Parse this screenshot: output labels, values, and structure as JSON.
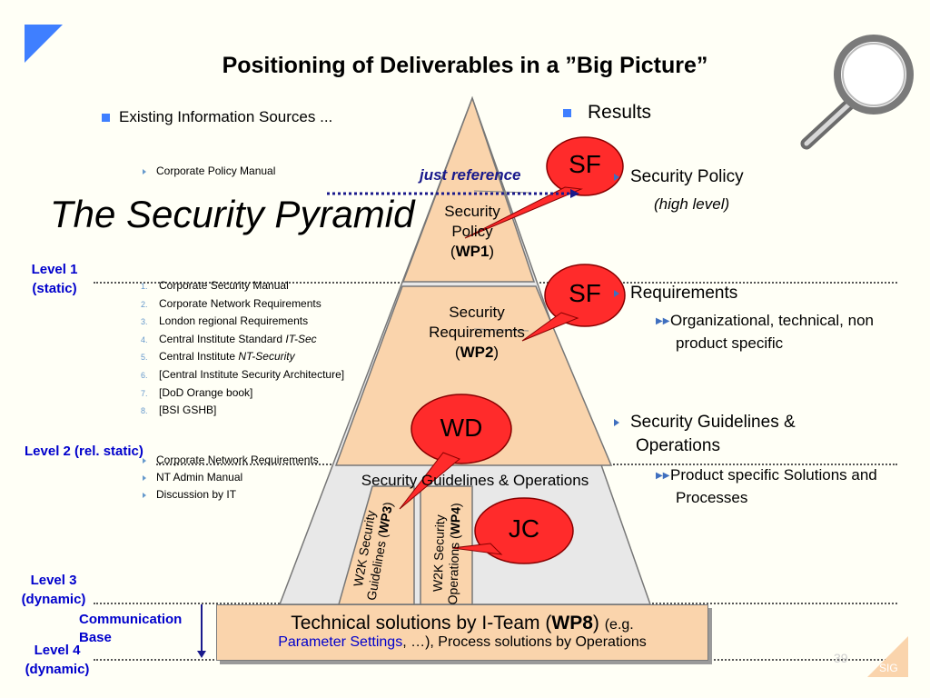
{
  "title": "Positioning of Deliverables in a ”Big Picture”",
  "pyramid_title": "The Security Pyramid",
  "left": {
    "header": "Existing Information Sources ...",
    "group1": [
      "Corporate Policy Manual"
    ],
    "group2": [
      {
        "num": "1.",
        "text": "Corporate Security Manual"
      },
      {
        "num": "2.",
        "text": "Corporate Network Requirements"
      },
      {
        "num": "3.",
        "text": "London regional Requirements"
      },
      {
        "num": "4.",
        "text": "Central Institute Standard ",
        "em": "IT-Sec"
      },
      {
        "num": "5.",
        "text": "Central Institute ",
        "em": "NT-Security"
      },
      {
        "num": "6.",
        "text": "[Central Institute Security Architecture]"
      },
      {
        "num": "7.",
        "text": "[DoD Orange book]"
      },
      {
        "num": "8.",
        "text": "[BSI GSHB]"
      }
    ],
    "group3": [
      "Corporate Network Requirements",
      "NT Admin Manual",
      "Discussion by IT"
    ]
  },
  "levels": {
    "level1": [
      "Level 1",
      "(static)"
    ],
    "level2": "Level 2 (rel. static)",
    "level3": [
      "Level 3",
      "(dynamic)"
    ],
    "level4": [
      "Level 4",
      "(dynamic)"
    ],
    "comm": [
      "Communication",
      "Base"
    ]
  },
  "just_reference": "just reference",
  "pyramid": {
    "top": [
      "Security",
      "Policy",
      "(",
      "WP1",
      ")"
    ],
    "mid": [
      "Security",
      "Requirements",
      "(",
      "WP2",
      ")"
    ],
    "band": "Security Guidelines & Operations",
    "wp3": [
      "W2K Security",
      "Guidelines (",
      "WP3",
      ")"
    ],
    "wp4": [
      "W2K Security",
      "Operations (",
      "WP4",
      ")"
    ]
  },
  "tech": {
    "line1_a": "Technical solutions by I-Team (",
    "line1_b": "WP8",
    "line1_c": ") ",
    "line1_d": "(e.g.",
    "line2_link": "Parameter Settings",
    "line2_rest": ", …), Process solutions by Operations"
  },
  "bubbles": {
    "b1": "SF",
    "b2": "SF",
    "b3": "WD",
    "b4": "JC"
  },
  "results": {
    "header": "Results",
    "policy": "Security Policy",
    "policy_sub": "(high level)",
    "req": "Requirements",
    "req_sub": [
      "Organizational, technical, non",
      "product specific"
    ],
    "guide": [
      "Security Guidelines &",
      "Operations"
    ],
    "guide_sub": [
      "Product specific Solutions and",
      "Processes"
    ]
  },
  "footer": {
    "page": "39",
    "logo": "SIG"
  },
  "colors": {
    "accent": "#3f7fff",
    "bubble": "#ff2b2b",
    "pyramid_fill": "#fad4ac",
    "level_text": "#0000cc"
  }
}
